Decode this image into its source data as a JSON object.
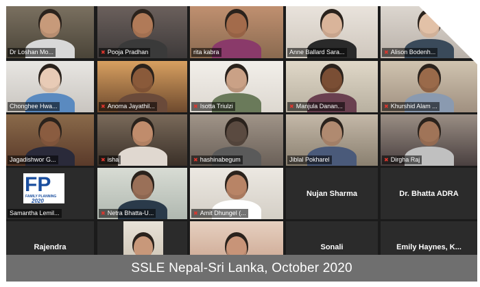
{
  "participants": [
    {
      "name": "Dr Loshan Mo...",
      "muted": false
    },
    {
      "name": "Pooja Pradhan",
      "muted": true
    },
    {
      "name": "rita kabra",
      "muted": false,
      "active": true
    },
    {
      "name": "Anne Ballard Sara...",
      "muted": false
    },
    {
      "name": "Alison Bodenh...",
      "muted": true
    },
    {
      "name": "Chonghee Hwa...",
      "muted": false
    },
    {
      "name": "Anoma Jayathil...",
      "muted": true
    },
    {
      "name": "Isotta Triulzi",
      "muted": true
    },
    {
      "name": "Manjula Danan...",
      "muted": true
    },
    {
      "name": "Khurshid Alam ...",
      "muted": true
    },
    {
      "name": "Jagadishwor G...",
      "muted": false
    },
    {
      "name": "isha",
      "muted": true
    },
    {
      "name": "hashinabegum",
      "muted": true
    },
    {
      "name": "Jiblal Pokharel",
      "muted": false
    },
    {
      "name": "Dirgha Raj",
      "muted": true
    },
    {
      "name": "Samantha Lemil...",
      "muted": false,
      "logo": true
    },
    {
      "name": "Netra Bhatta-U...",
      "muted": true
    },
    {
      "name": "Amit Dhungel (...",
      "muted": true
    },
    {
      "name": "Nujan Sharma",
      "muted": false,
      "text_only": true
    },
    {
      "name": "Dr. Bhatta ADRA",
      "muted": false,
      "text_only": true
    },
    {
      "name": "Rajendra",
      "muted": false,
      "text_only": true
    },
    {
      "name": "",
      "muted": false
    },
    {
      "name": "",
      "muted": false
    },
    {
      "name": "Sonali",
      "muted": false,
      "text_only": true
    },
    {
      "name": "Emily Haynes,  K...",
      "muted": false,
      "text_only": true
    }
  ],
  "logo": {
    "letters": "FP",
    "subtitle": "FAMILY PLANNING",
    "year": "2020"
  },
  "caption": "SSLE Nepal-Sri Lanka, October 2020",
  "colors": {
    "active_border": "#c6e36a",
    "mic_muted": "#e0362d",
    "caption_bg": "#6f6f6f"
  }
}
